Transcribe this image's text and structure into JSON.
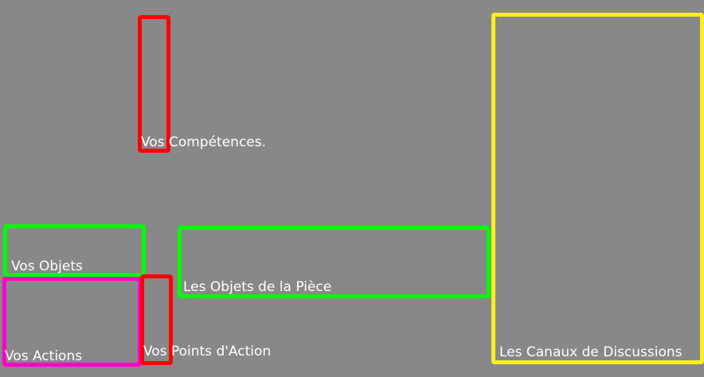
{
  "colors": {
    "background": "#888888",
    "red": "#ff0000",
    "green": "#00ff00",
    "magenta": "#ff00cc",
    "yellow": "#ffee22",
    "label_text": "#ffffff"
  },
  "regions": {
    "skills": {
      "label": "Vos Compétences.",
      "color": "red"
    },
    "objects": {
      "label": "Vos Objets",
      "color": "green"
    },
    "room_objects": {
      "label": "Les Objets de la Pièce",
      "color": "green"
    },
    "actions": {
      "label": "Vos Actions",
      "color": "magenta"
    },
    "action_points": {
      "label": "Vos Points d'Action",
      "color": "red"
    },
    "chat_channels": {
      "label": "Les Canaux de Discussions",
      "color": "yellow"
    }
  }
}
